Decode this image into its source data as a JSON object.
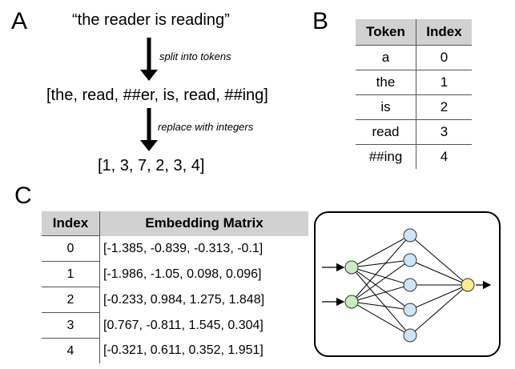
{
  "panels": {
    "a": "A",
    "b": "B",
    "c": "C"
  },
  "panel_a": {
    "sentence": "“the reader is reading”",
    "step1_label": "split into tokens",
    "tokens": "[the, read, ##er, is, read, ##ing]",
    "step2_label": "replace with integers",
    "ids": "[1, 3, 7, 2, 3, 4]"
  },
  "vocab_table": {
    "headers": [
      "Token",
      "Index"
    ],
    "rows": [
      [
        "a",
        "0"
      ],
      [
        "the",
        "1"
      ],
      [
        "is",
        "2"
      ],
      [
        "read",
        "3"
      ],
      [
        "##ing",
        "4"
      ]
    ]
  },
  "embedding_table": {
    "headers": [
      "Index",
      "Embedding Matrix"
    ],
    "rows": [
      [
        "0",
        "[-1.385, -0.839, -0.313, -0.1]"
      ],
      [
        "1",
        "[-1.986, -1.05, 0.098, 0.096]"
      ],
      [
        "2",
        "[-0.233, 0.984, 1.275, 1.848]"
      ],
      [
        "3",
        "[0.767, -0.811, 1.545, 0.304]"
      ],
      [
        "4",
        "[-0.321, 0.611, 0.352, 1.951]"
      ]
    ]
  },
  "neural_net": {
    "layers": [
      2,
      5,
      1
    ],
    "input_color": "#c7eec0",
    "hidden_color": "#cce6f7",
    "output_color": "#fbeb8a"
  },
  "colors": {
    "header_bg": "#d1d1d1"
  }
}
